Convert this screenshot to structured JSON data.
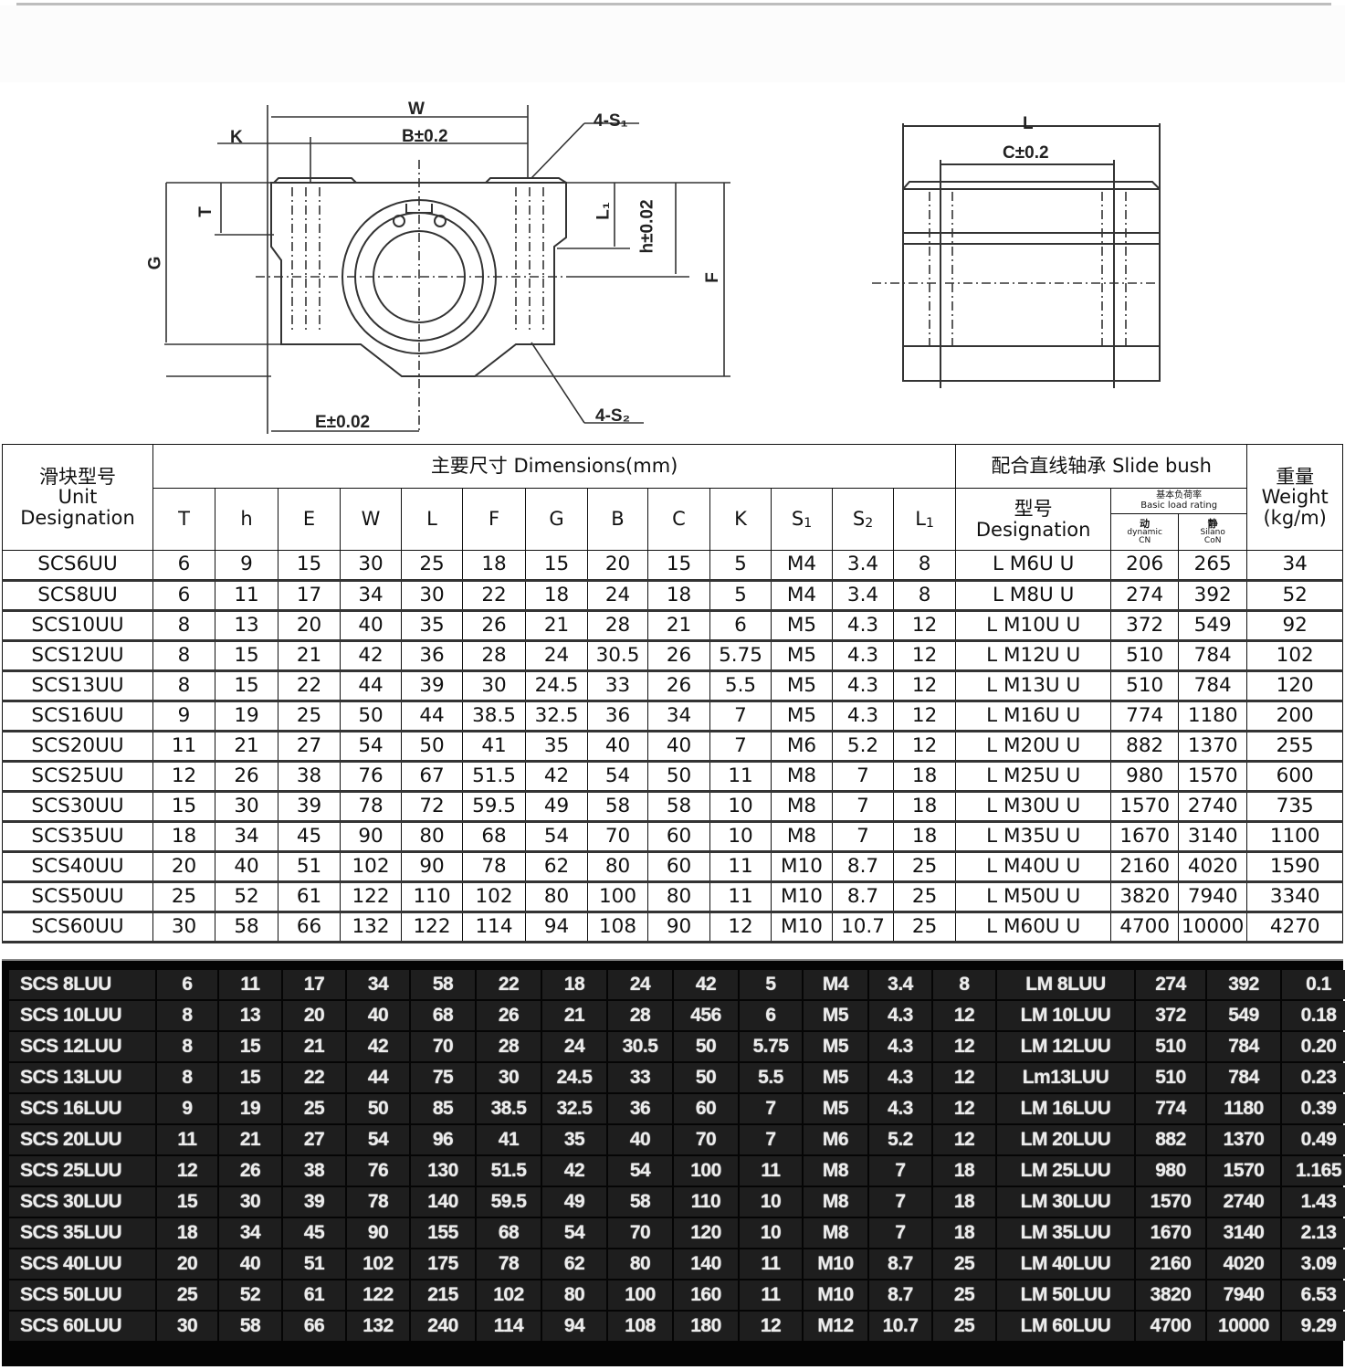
{
  "drawing": {
    "front_view": {
      "labels": {
        "W": "W",
        "B": "B±0.2",
        "K": "K",
        "T": "T",
        "G": "G",
        "L1": "L₁",
        "h": "h±0.02",
        "F": "F",
        "E": "E±0.02",
        "S1": "4-S₁",
        "S2": "4-S₂"
      }
    },
    "side_view": {
      "labels": {
        "L": "L",
        "C": "C±0.2"
      }
    }
  },
  "spec_table": {
    "header": {
      "unit_zh": "滑块型号",
      "unit_en1": "Unit",
      "unit_en2": "Designation",
      "dimensions": "主要尺寸 Dimensions(mm)",
      "slide_bush": "配合直线轴承 Slide bush",
      "weight_zh": "重量",
      "weight_en": "Weight",
      "weight_unit": "(kg/m)",
      "designation_zh": "型号",
      "designation_en": "Designation",
      "load_zh": "基本负荷率",
      "load_en": "Basic load rating",
      "dynamic_zh": "动",
      "dynamic_en": "dynamic",
      "dynamic_sym": "CN",
      "static_zh": "静",
      "static_en": "Silano",
      "static_sym": "CoN",
      "cols": [
        "T",
        "h",
        "E",
        "W",
        "L",
        "F",
        "G",
        "B",
        "C",
        "K",
        "S",
        "S",
        "L"
      ],
      "col_subs": [
        "",
        "",
        "",
        "",
        "",
        "",
        "",
        "",
        "",
        "",
        "1",
        "2",
        "1"
      ]
    },
    "rows": [
      [
        "SCS6UU",
        "6",
        "9",
        "15",
        "30",
        "25",
        "18",
        "15",
        "20",
        "15",
        "5",
        "M4",
        "3.4",
        "8",
        "L M6U U",
        "206",
        "265",
        "34"
      ],
      [
        "SCS8UU",
        "6",
        "11",
        "17",
        "34",
        "30",
        "22",
        "18",
        "24",
        "18",
        "5",
        "M4",
        "3.4",
        "8",
        "L M8U U",
        "274",
        "392",
        "52"
      ],
      [
        "SCS10UU",
        "8",
        "13",
        "20",
        "40",
        "35",
        "26",
        "21",
        "28",
        "21",
        "6",
        "M5",
        "4.3",
        "12",
        "L M10U U",
        "372",
        "549",
        "92"
      ],
      [
        "SCS12UU",
        "8",
        "15",
        "21",
        "42",
        "36",
        "28",
        "24",
        "30.5",
        "26",
        "5.75",
        "M5",
        "4.3",
        "12",
        "L M12U U",
        "510",
        "784",
        "102"
      ],
      [
        "SCS13UU",
        "8",
        "15",
        "22",
        "44",
        "39",
        "30",
        "24.5",
        "33",
        "26",
        "5.5",
        "M5",
        "4.3",
        "12",
        "L M13U U",
        "510",
        "784",
        "120"
      ],
      [
        "SCS16UU",
        "9",
        "19",
        "25",
        "50",
        "44",
        "38.5",
        "32.5",
        "36",
        "34",
        "7",
        "M5",
        "4.3",
        "12",
        "L M16U U",
        "774",
        "1180",
        "200"
      ],
      [
        "SCS20UU",
        "11",
        "21",
        "27",
        "54",
        "50",
        "41",
        "35",
        "40",
        "40",
        "7",
        "M6",
        "5.2",
        "12",
        "L M20U U",
        "882",
        "1370",
        "255"
      ],
      [
        "SCS25UU",
        "12",
        "26",
        "38",
        "76",
        "67",
        "51.5",
        "42",
        "54",
        "50",
        "11",
        "M8",
        "7",
        "18",
        "L M25U U",
        "980",
        "1570",
        "600"
      ],
      [
        "SCS30UU",
        "15",
        "30",
        "39",
        "78",
        "72",
        "59.5",
        "49",
        "58",
        "58",
        "10",
        "M8",
        "7",
        "18",
        "L M30U U",
        "1570",
        "2740",
        "735"
      ],
      [
        "SCS35UU",
        "18",
        "34",
        "45",
        "90",
        "80",
        "68",
        "54",
        "70",
        "60",
        "10",
        "M8",
        "7",
        "18",
        "L M35U U",
        "1670",
        "3140",
        "1100"
      ],
      [
        "SCS40UU",
        "20",
        "40",
        "51",
        "102",
        "90",
        "78",
        "62",
        "80",
        "60",
        "11",
        "M10",
        "8.7",
        "25",
        "L M40U U",
        "2160",
        "4020",
        "1590"
      ],
      [
        "SCS50UU",
        "25",
        "52",
        "61",
        "122",
        "110",
        "102",
        "80",
        "100",
        "80",
        "11",
        "M10",
        "8.7",
        "25",
        "L M50U U",
        "3820",
        "7940",
        "3340"
      ],
      [
        "SCS60UU",
        "30",
        "58",
        "66",
        "132",
        "122",
        "114",
        "94",
        "108",
        "90",
        "12",
        "M10",
        "10.7",
        "25",
        "L M60U U",
        "4700",
        "10000",
        "4270"
      ]
    ]
  },
  "long_table": {
    "rows": [
      [
        "SCS 8LUU",
        "6",
        "11",
        "17",
        "34",
        "58",
        "22",
        "18",
        "24",
        "42",
        "5",
        "M4",
        "3.4",
        "8",
        "LM 8LUU",
        "274",
        "392",
        "0.1"
      ],
      [
        "SCS 10LUU",
        "8",
        "13",
        "20",
        "40",
        "68",
        "26",
        "21",
        "28",
        "456",
        "6",
        "M5",
        "4.3",
        "12",
        "LM 10LUU",
        "372",
        "549",
        "0.18"
      ],
      [
        "SCS 12LUU",
        "8",
        "15",
        "21",
        "42",
        "70",
        "28",
        "24",
        "30.5",
        "50",
        "5.75",
        "M5",
        "4.3",
        "12",
        "LM 12LUU",
        "510",
        "784",
        "0.20"
      ],
      [
        "SCS 13LUU",
        "8",
        "15",
        "22",
        "44",
        "75",
        "30",
        "24.5",
        "33",
        "50",
        "5.5",
        "M5",
        "4.3",
        "12",
        "Lm13LUU",
        "510",
        "784",
        "0.23"
      ],
      [
        "SCS 16LUU",
        "9",
        "19",
        "25",
        "50",
        "85",
        "38.5",
        "32.5",
        "36",
        "60",
        "7",
        "M5",
        "4.3",
        "12",
        "LM 16LUU",
        "774",
        "1180",
        "0.39"
      ],
      [
        "SCS 20LUU",
        "11",
        "21",
        "27",
        "54",
        "96",
        "41",
        "35",
        "40",
        "70",
        "7",
        "M6",
        "5.2",
        "12",
        "LM 20LUU",
        "882",
        "1370",
        "0.49"
      ],
      [
        "SCS 25LUU",
        "12",
        "26",
        "38",
        "76",
        "130",
        "51.5",
        "42",
        "54",
        "100",
        "11",
        "M8",
        "7",
        "18",
        "LM 25LUU",
        "980",
        "1570",
        "1.165"
      ],
      [
        "SCS 30LUU",
        "15",
        "30",
        "39",
        "78",
        "140",
        "59.5",
        "49",
        "58",
        "110",
        "10",
        "M8",
        "7",
        "18",
        "LM 30LUU",
        "1570",
        "2740",
        "1.43"
      ],
      [
        "SCS 35LUU",
        "18",
        "34",
        "45",
        "90",
        "155",
        "68",
        "54",
        "70",
        "120",
        "10",
        "M8",
        "7",
        "18",
        "LM 35LUU",
        "1670",
        "3140",
        "2.13"
      ],
      [
        "SCS 40LUU",
        "20",
        "40",
        "51",
        "102",
        "175",
        "78",
        "62",
        "80",
        "140",
        "11",
        "M10",
        "8.7",
        "25",
        "LM 40LUU",
        "2160",
        "4020",
        "3.09"
      ],
      [
        "SCS 50LUU",
        "25",
        "52",
        "61",
        "122",
        "215",
        "102",
        "80",
        "100",
        "160",
        "11",
        "M10",
        "8.7",
        "25",
        "LM 50LUU",
        "3820",
        "7940",
        "6.53"
      ],
      [
        "SCS 60LUU",
        "30",
        "58",
        "66",
        "132",
        "240",
        "114",
        "94",
        "108",
        "180",
        "12",
        "M12",
        "10.7",
        "25",
        "LM 60LUU",
        "4700",
        "10000",
        "9.29"
      ]
    ]
  }
}
